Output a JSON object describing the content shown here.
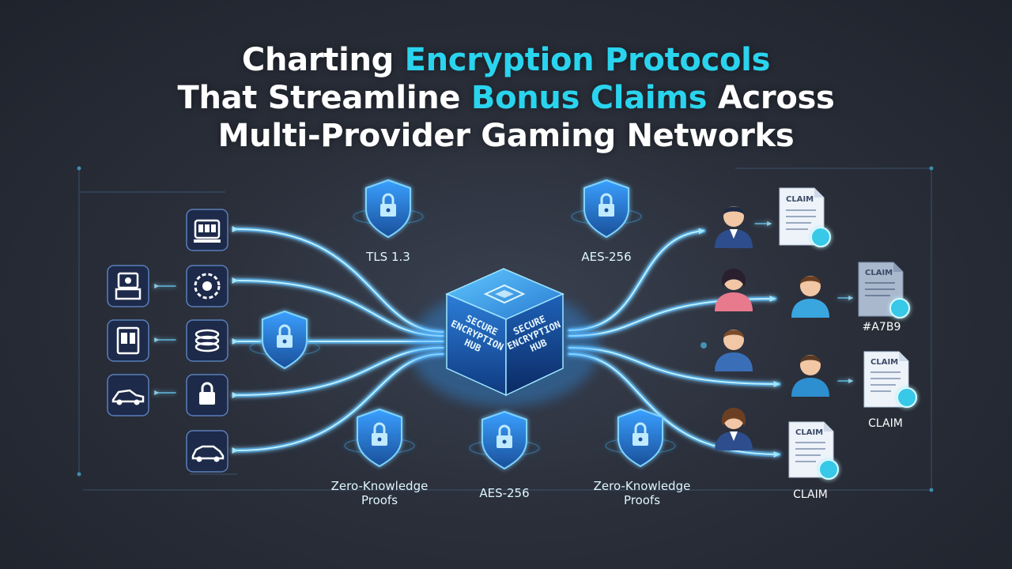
{
  "title": {
    "line1_a": "Charting ",
    "line1_b": "Encryption Protocols",
    "line2_a": "That Streamline ",
    "line2_b": "Bonus Claims",
    "line2_c": " Across",
    "line3": "Multi-Provider Gaming Networks"
  },
  "hub": {
    "face_left": [
      "SECURE",
      "ENCRYPTION",
      "HUB"
    ],
    "face_right": [
      "SECURE",
      "ENCRYPTION",
      "HUB"
    ]
  },
  "protocols": {
    "tls": "TLS 1.3",
    "aes_top": "AES-256",
    "zkp_left": [
      "Zero-Knowledge",
      "Proofs"
    ],
    "aes_bottom": "AES-256",
    "zkp_right": [
      "Zero-Knowledge",
      "Proofs"
    ]
  },
  "claims": {
    "doc_word": "CLAIM",
    "id_label": "#A7B9",
    "caption_mid": "CLAIM",
    "caption_bottom": "CLAIM"
  },
  "colors": {
    "accent": "#2ad4ee",
    "glow": "#4cc8ff",
    "icon_bg": "#1d2a4a",
    "shield": "#2a78c8"
  }
}
